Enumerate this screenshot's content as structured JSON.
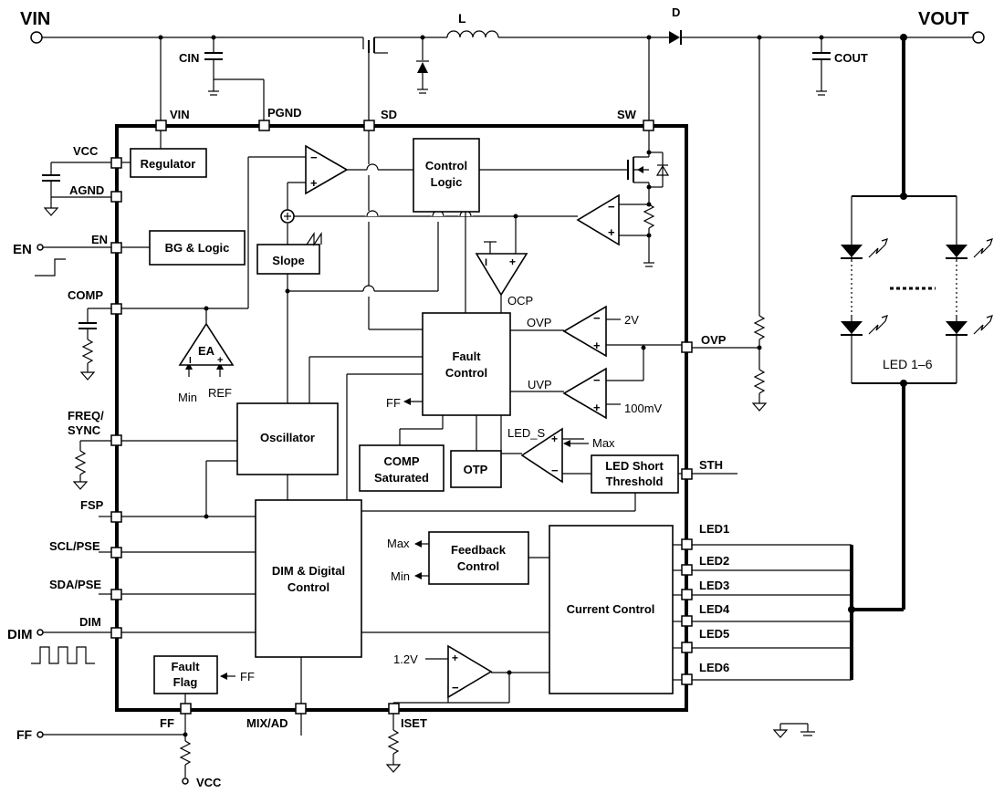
{
  "external": {
    "vin": "VIN",
    "vout": "VOUT",
    "inductor": "L",
    "diode": "D",
    "cin": "CIN",
    "cout": "COUT",
    "en": "EN",
    "dim": "DIM",
    "ff": "FF",
    "vcc": "VCC",
    "led_group": "LED 1–6"
  },
  "pins": {
    "vin": "VIN",
    "pgnd": "PGND",
    "sd": "SD",
    "sw": "SW",
    "vcc": "VCC",
    "agnd": "AGND",
    "en": "EN",
    "comp": "COMP",
    "freq1": "FREQ/",
    "freq2": "SYNC",
    "fsp": "FSP",
    "scl": "SCL/PSE",
    "sda": "SDA/PSE",
    "dim": "DIM",
    "ff": "FF",
    "mixad": "MIX/AD",
    "iset": "ISET",
    "ovp": "OVP",
    "sth": "STH",
    "led1": "LED1",
    "led2": "LED2",
    "led3": "LED3",
    "led4": "LED4",
    "led5": "LED5",
    "led6": "LED6"
  },
  "blocks": {
    "regulator": "Regulator",
    "bg_logic": "BG & Logic",
    "control_logic_1": "Control",
    "control_logic_2": "Logic",
    "slope": "Slope",
    "fault_control_1": "Fault",
    "fault_control_2": "Control",
    "oscillator": "Oscillator",
    "comp_sat_1": "COMP",
    "comp_sat_2": "Saturated",
    "otp": "OTP",
    "led_short_1": "LED Short",
    "led_short_2": "Threshold",
    "dim_digital_1": "DIM & Digital",
    "dim_digital_2": "Control",
    "feedback_1": "Feedback",
    "feedback_2": "Control",
    "current_control": "Current Control",
    "fault_flag_1": "Fault",
    "fault_flag_2": "Flag"
  },
  "signals": {
    "ea": "EA",
    "min": "Min",
    "ref": "REF",
    "ocp": "OCP",
    "ovp": "OVP",
    "uvp": "UVP",
    "v2": "2V",
    "mv100": "100mV",
    "ff_out": "FF",
    "led_s": "LED_S",
    "max": "Max",
    "fb_max": "Max",
    "fb_min": "Min",
    "v12": "1.2V",
    "ff_in": "FF"
  }
}
